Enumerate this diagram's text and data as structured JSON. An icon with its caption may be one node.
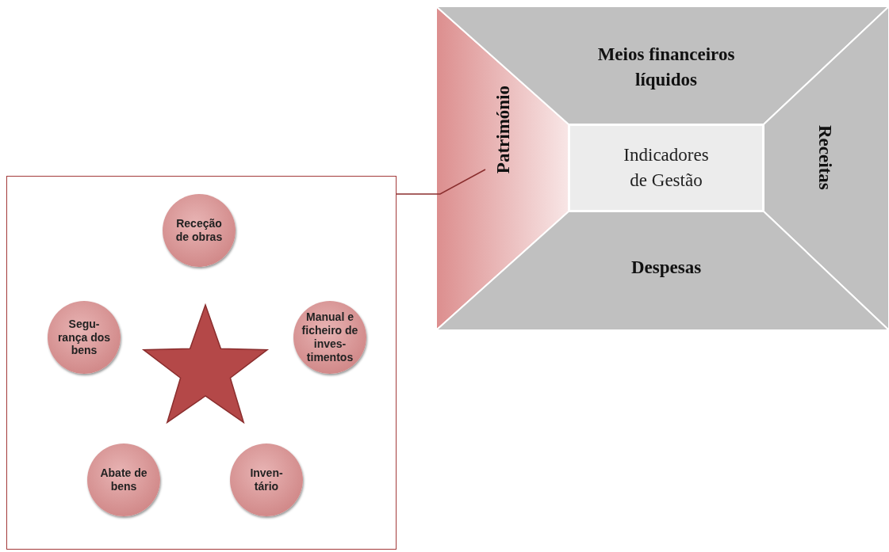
{
  "diagram": {
    "nodes": [
      {
        "text": [],
        "shape": "box"
      },
      {
        "text": [
          "Receção de obras"
        ],
        "in": 0
      },
      {
        "text": [
          "Segu- rança dos bens"
        ],
        "in": 0
      },
      {
        "text": [
          "Manual e ficheiro de inves- timentos"
        ],
        "in": 0
      },
      {
        "text": [
          "Abate de bens"
        ],
        "in": 0
      },
      {
        "text": [
          "Inven- tário"
        ],
        "in": 0
      },
      {
        "text": [
          "Património"
        ]
      },
      {
        "text": [
          "Meios financeiros líquidos"
        ]
      },
      {
        "text": [
          "Receitas"
        ]
      },
      {
        "text": [
          "Despesas"
        ]
      },
      {
        "text": [
          "Indicadores de Gestão"
        ]
      },
      {
        "text": [],
        "shape": "star",
        "in": 0
      }
    ],
    "edges": [
      {
        "from": 6,
        "to": 0,
        "arrow": "none"
      }
    ]
  }
}
